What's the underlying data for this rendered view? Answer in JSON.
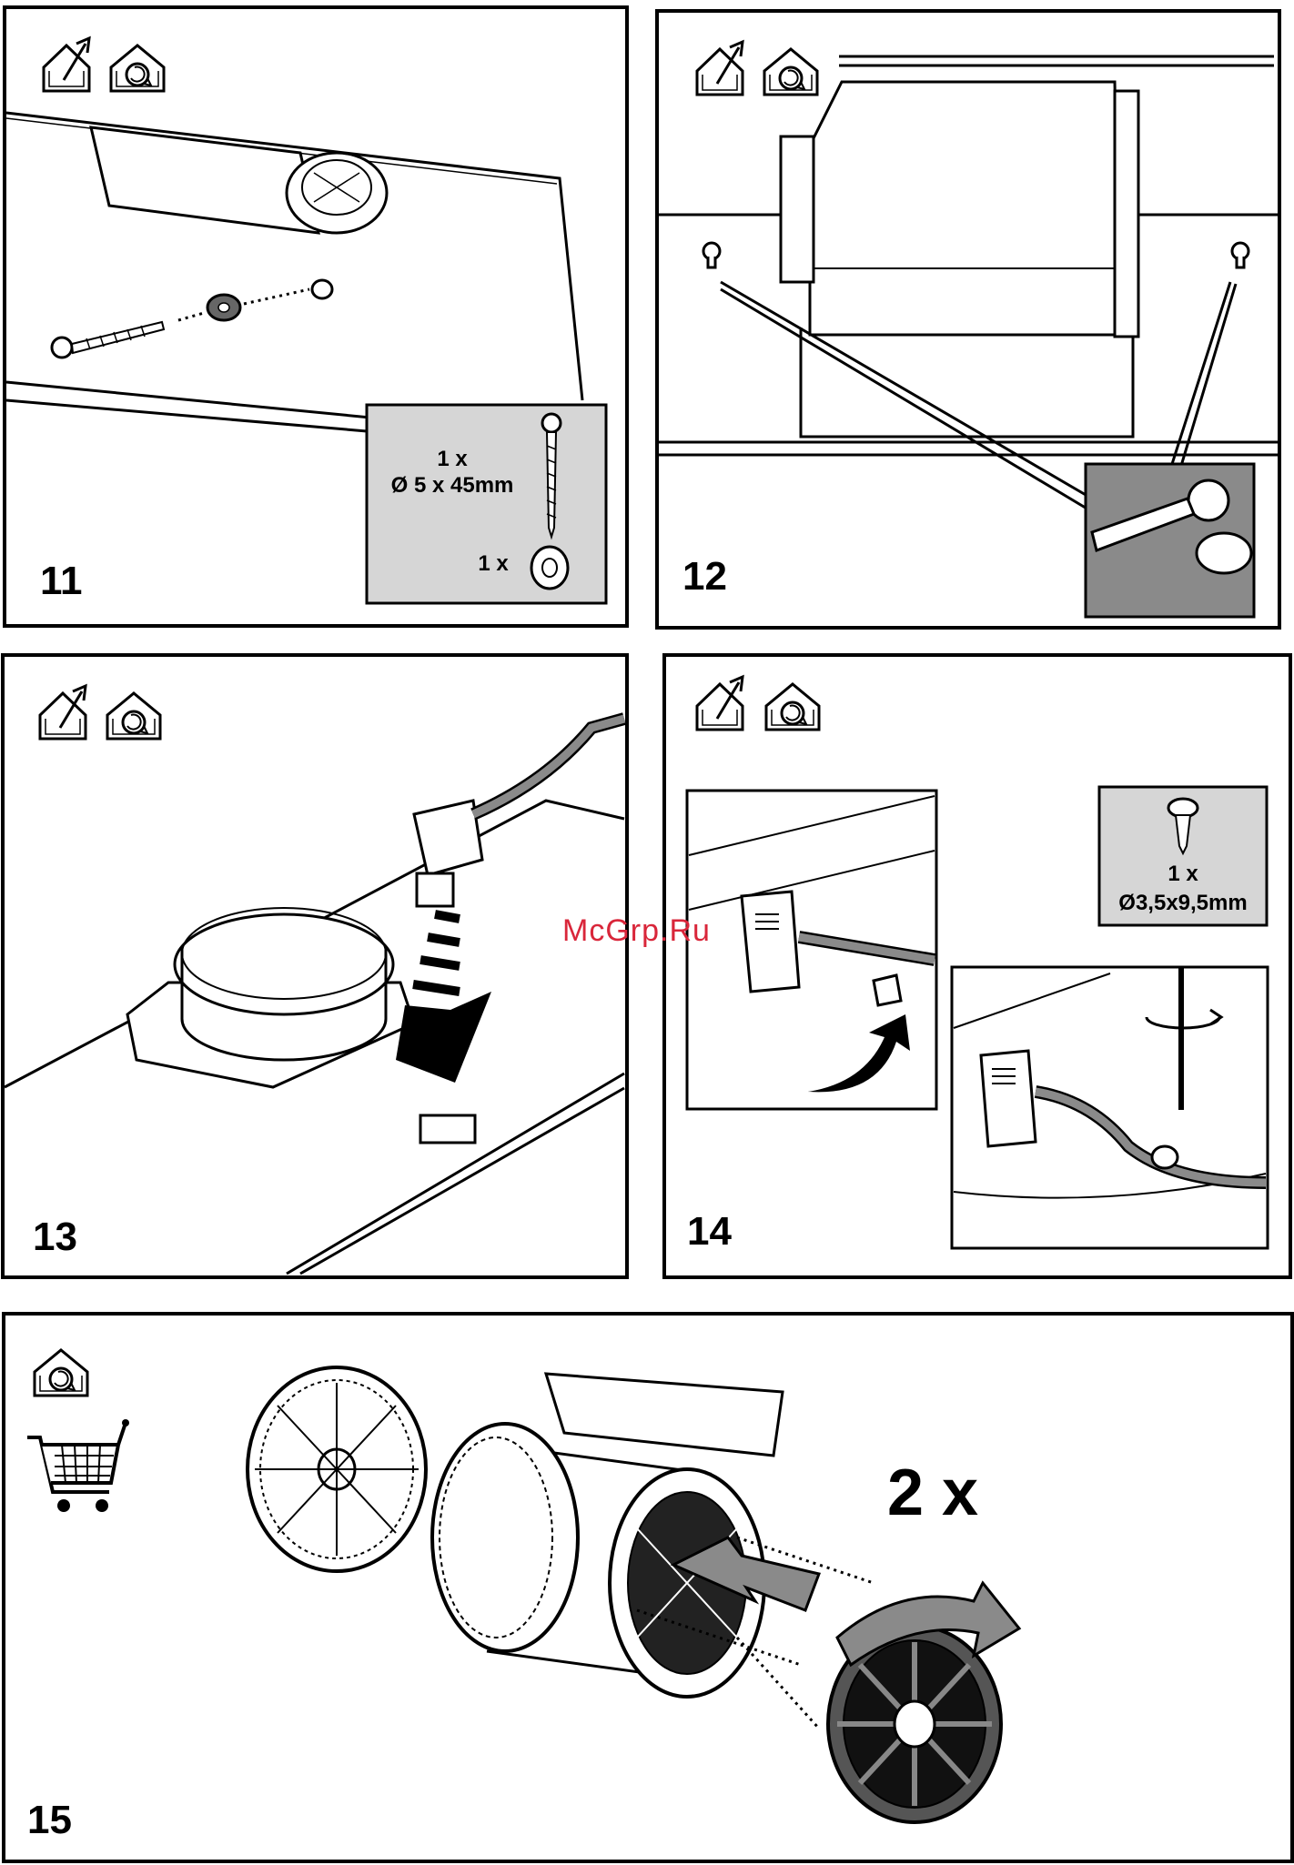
{
  "steps": [
    {
      "number": "11",
      "parts": [
        {
          "qty": "1 x",
          "spec": "Ø 5 x 45mm"
        },
        {
          "qty": "1 x",
          "spec": ""
        }
      ]
    },
    {
      "number": "12"
    },
    {
      "number": "13"
    },
    {
      "number": "14",
      "parts": [
        {
          "qty": "1 x",
          "spec": "Ø3,5x9,5mm"
        }
      ]
    },
    {
      "number": "15",
      "multiplier": "2 x"
    }
  ],
  "watermark": "McGrp.Ru",
  "icons": [
    "ducted-extraction-icon",
    "recirculation-icon",
    "shopping-cart-icon"
  ],
  "colors": {
    "line": "#000000",
    "part_box": "#d6d6d6",
    "arrow": "#808080",
    "watermark": "#d9263a"
  }
}
